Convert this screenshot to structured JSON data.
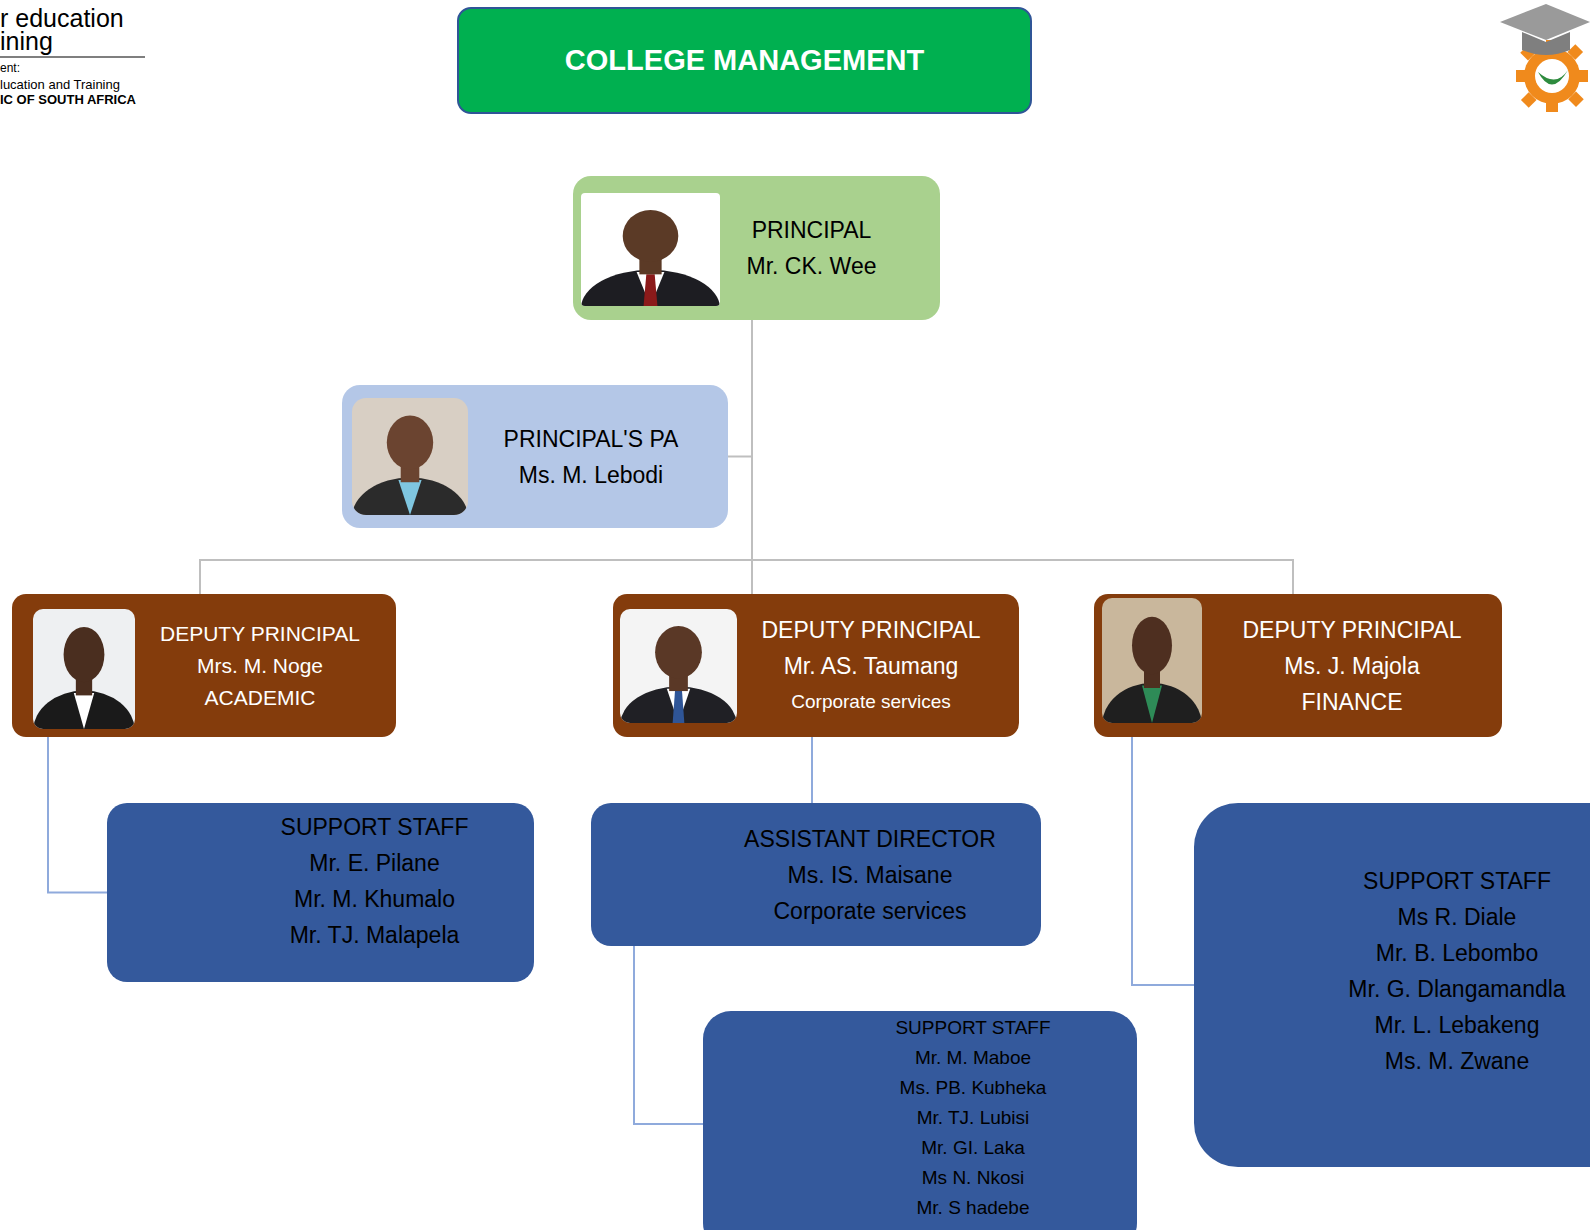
{
  "diagram": {
    "title": "COLLEGE MANAGEMENT",
    "nodes": [
      {
        "text": [
          "PRINCIPAL",
          "Mr. CK. Wee"
        ]
      },
      {
        "text": [
          "PRINCIPAL'S PA",
          "Ms. M. Lebodi"
        ]
      },
      {
        "text": [
          "DEPUTY PRINCIPAL",
          "Mrs. M. Noge",
          "ACADEMIC"
        ]
      },
      {
        "text": [
          "DEPUTY PRINCIPAL",
          "Mr. AS. Taumang",
          "Corporate services"
        ]
      },
      {
        "text": [
          "DEPUTY PRINCIPAL",
          "Ms. J. Majola",
          "FINANCE"
        ]
      },
      {
        "text": [
          "SUPPORT STAFF",
          "Mr. E. Pilane",
          "Mr. M. Khumalo",
          "Mr. TJ. Malapela"
        ]
      },
      {
        "text": [
          "ASSISTANT DIRECTOR",
          "Ms. IS. Maisane",
          "Corporate services"
        ]
      },
      {
        "text": [
          "SUPPORT STAFF",
          "Mr. M. Maboe",
          "Ms. PB. Kubheka",
          "Mr. TJ. Lubisi",
          "Mr. GI. Laka",
          "Ms N. Nkosi",
          "Mr. S hadebe"
        ]
      },
      {
        "text": [
          "SUPPORT STAFF",
          "Ms R. Diale",
          "Mr. B. Lebombo",
          "Mr. G. Dlangamandla",
          "Mr. L. Lebakeng",
          "Ms. M. Zwane"
        ]
      }
    ],
    "edges": [
      {
        "from": 0,
        "to": 1,
        "arrow": "none"
      },
      {
        "from": 0,
        "to": 2,
        "arrow": "none"
      },
      {
        "from": 0,
        "to": 3,
        "arrow": "none"
      },
      {
        "from": 0,
        "to": 4,
        "arrow": "none"
      },
      {
        "from": 2,
        "to": 5,
        "arrow": "none"
      },
      {
        "from": 3,
        "to": 6,
        "arrow": "none"
      },
      {
        "from": 6,
        "to": 7,
        "arrow": "none"
      },
      {
        "from": 4,
        "to": 8,
        "arrow": "none"
      }
    ],
    "labels": [
      "r education",
      "ining",
      "ent:",
      "lucation and Training",
      "IC OF SOUTH AFRICA"
    ]
  }
}
